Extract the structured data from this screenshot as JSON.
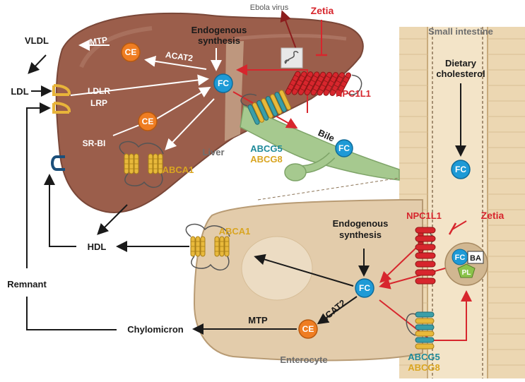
{
  "labels": {
    "vldl": "VLDL",
    "ldl": "LDL",
    "remnant": "Remnant",
    "hdl": "HDL",
    "chylomicron": "Chylomicron",
    "mtp_liver": "MTP",
    "mtp_intestine": "MTP",
    "acat2_liver": "ACAT2",
    "acat2_intestine": "ACAT2",
    "ldlr": "LDLR",
    "lrp": "LRP",
    "srbi": "SR-BI",
    "abca1_liver": "ABCA1",
    "abca1_intestine": "ABCA1",
    "endogenous_liver_1": "Endogenous",
    "endogenous_liver_2": "synthesis",
    "endogenous_int_1": "Endogenous",
    "endogenous_int_2": "synthesis",
    "liver": "Liver",
    "bile": "Bile",
    "abcg5_liver": "ABCG5",
    "abcg8_liver": "ABCG8",
    "abcg5_int": "ABCG5",
    "abcg8_int": "ABCG8",
    "npc1l1_liver": "NPC1L1",
    "npc1l1_int": "NPC1L1",
    "zetia_top": "Zetia",
    "zetia_int": "Zetia",
    "ebola": "Ebola virus",
    "small_intestine": "Small intestine",
    "dietary_1": "Dietary",
    "dietary_2": "cholesterol",
    "enterocyte": "Enterocyte"
  },
  "molecules": {
    "fc": "FC",
    "ce": "CE",
    "ba": "BA",
    "pl": "PL"
  },
  "colors": {
    "liver": "#9b5e4b",
    "liver_dark": "#6d3c2e",
    "intestine": "#f1e0c3",
    "intestine_edge": "#c9ab7c",
    "bile": "#9fc48a",
    "enterocyte": "#e3ccab",
    "fc": "#1e9ad6",
    "ce": "#ef7d22",
    "red": "#d7262d",
    "gold": "#e8b93b",
    "teal": "#3a9ea8",
    "receptor_gold": "#e8b43a",
    "receptor_blue": "#1b4f7a"
  }
}
